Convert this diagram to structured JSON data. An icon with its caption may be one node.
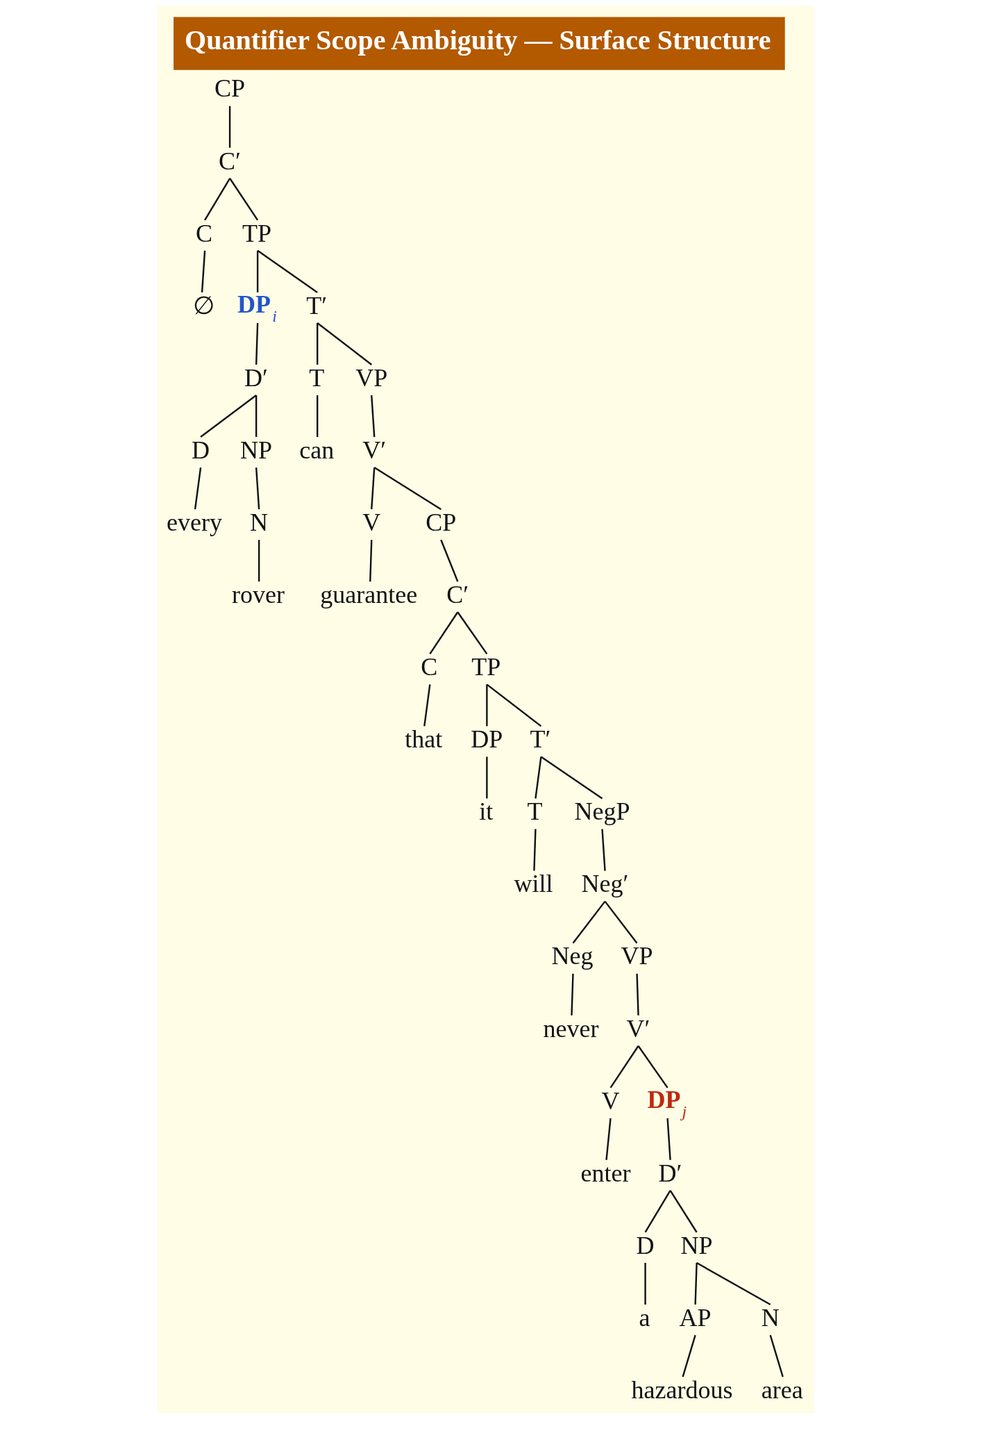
{
  "diagram": {
    "title": "Quantifier Scope Ambiguity — Surface Structure",
    "nodes": [
      {
        "text": [
          "CP"
        ]
      },
      {
        "text": [
          "C′"
        ]
      },
      {
        "text": [
          "C"
        ]
      },
      {
        "text": [
          "TP"
        ]
      },
      {
        "text": [
          "∅"
        ]
      },
      {
        "text": [
          "DP$_{i}$"
        ]
      },
      {
        "text": [
          "T′"
        ]
      },
      {
        "text": [
          "D′"
        ]
      },
      {
        "text": [
          "T"
        ]
      },
      {
        "text": [
          "VP"
        ]
      },
      {
        "text": [
          "D"
        ]
      },
      {
        "text": [
          "NP"
        ]
      },
      {
        "text": [
          "can"
        ]
      },
      {
        "text": [
          "V′"
        ]
      },
      {
        "text": [
          "every"
        ]
      },
      {
        "text": [
          "N"
        ]
      },
      {
        "text": [
          "V"
        ]
      },
      {
        "text": [
          "CP"
        ]
      },
      {
        "text": [
          "rover"
        ]
      },
      {
        "text": [
          "guarantee"
        ]
      },
      {
        "text": [
          "C′"
        ]
      },
      {
        "text": [
          "C"
        ]
      },
      {
        "text": [
          "TP"
        ]
      },
      {
        "text": [
          "that"
        ]
      },
      {
        "text": [
          "DP"
        ]
      },
      {
        "text": [
          "T′"
        ]
      },
      {
        "text": [
          "it"
        ]
      },
      {
        "text": [
          "T"
        ]
      },
      {
        "text": [
          "NegP"
        ]
      },
      {
        "text": [
          "will"
        ]
      },
      {
        "text": [
          "Neg′"
        ]
      },
      {
        "text": [
          "Neg"
        ]
      },
      {
        "text": [
          "VP"
        ]
      },
      {
        "text": [
          "never"
        ]
      },
      {
        "text": [
          "V′"
        ]
      },
      {
        "text": [
          "V"
        ]
      },
      {
        "text": [
          "DP$_{j}$"
        ]
      },
      {
        "text": [
          "enter"
        ]
      },
      {
        "text": [
          "D′"
        ]
      },
      {
        "text": [
          "D"
        ]
      },
      {
        "text": [
          "NP"
        ]
      },
      {
        "text": [
          "a"
        ]
      },
      {
        "text": [
          "AP"
        ]
      },
      {
        "text": [
          "N"
        ]
      },
      {
        "text": [
          "hazardous"
        ]
      },
      {
        "text": [
          "area"
        ]
      }
    ],
    "edges": [
      {
        "from": 0,
        "to": 1,
        "arrow": "none"
      },
      {
        "from": 1,
        "to": 2,
        "arrow": "none"
      },
      {
        "from": 1,
        "to": 3,
        "arrow": "none"
      },
      {
        "from": 2,
        "to": 4,
        "arrow": "none"
      },
      {
        "from": 3,
        "to": 5,
        "arrow": "none"
      },
      {
        "from": 3,
        "to": 6,
        "arrow": "none"
      },
      {
        "from": 5,
        "to": 7,
        "arrow": "none"
      },
      {
        "from": 6,
        "to": 8,
        "arrow": "none"
      },
      {
        "from": 6,
        "to": 9,
        "arrow": "none"
      },
      {
        "from": 7,
        "to": 10,
        "arrow": "none"
      },
      {
        "from": 7,
        "to": 11,
        "arrow": "none"
      },
      {
        "from": 8,
        "to": 12,
        "arrow": "none"
      },
      {
        "from": 9,
        "to": 13,
        "arrow": "none"
      },
      {
        "from": 10,
        "to": 14,
        "arrow": "none"
      },
      {
        "from": 11,
        "to": 15,
        "arrow": "none"
      },
      {
        "from": 13,
        "to": 16,
        "arrow": "none"
      },
      {
        "from": 13,
        "to": 17,
        "arrow": "none"
      },
      {
        "from": 15,
        "to": 18,
        "arrow": "none"
      },
      {
        "from": 16,
        "to": 19,
        "arrow": "none"
      },
      {
        "from": 17,
        "to": 20,
        "arrow": "none"
      },
      {
        "from": 20,
        "to": 21,
        "arrow": "none"
      },
      {
        "from": 20,
        "to": 22,
        "arrow": "none"
      },
      {
        "from": 21,
        "to": 23,
        "arrow": "none"
      },
      {
        "from": 22,
        "to": 24,
        "arrow": "none"
      },
      {
        "from": 22,
        "to": 25,
        "arrow": "none"
      },
      {
        "from": 24,
        "to": 26,
        "arrow": "none"
      },
      {
        "from": 25,
        "to": 27,
        "arrow": "none"
      },
      {
        "from": 25,
        "to": 28,
        "arrow": "none"
      },
      {
        "from": 27,
        "to": 29,
        "arrow": "none"
      },
      {
        "from": 28,
        "to": 30,
        "arrow": "none"
      },
      {
        "from": 30,
        "to": 31,
        "arrow": "none"
      },
      {
        "from": 30,
        "to": 32,
        "arrow": "none"
      },
      {
        "from": 31,
        "to": 33,
        "arrow": "none"
      },
      {
        "from": 32,
        "to": 34,
        "arrow": "none"
      },
      {
        "from": 34,
        "to": 35,
        "arrow": "none"
      },
      {
        "from": 34,
        "to": 36,
        "arrow": "none"
      },
      {
        "from": 35,
        "to": 37,
        "arrow": "none"
      },
      {
        "from": 36,
        "to": 38,
        "arrow": "none"
      },
      {
        "from": 38,
        "to": 39,
        "arrow": "none"
      },
      {
        "from": 38,
        "to": 40,
        "arrow": "none"
      },
      {
        "from": 39,
        "to": 41,
        "arrow": "none"
      },
      {
        "from": 40,
        "to": 42,
        "arrow": "none"
      },
      {
        "from": 40,
        "to": 43,
        "arrow": "none"
      },
      {
        "from": 42,
        "to": 44,
        "arrow": "none"
      },
      {
        "from": 43,
        "to": 45,
        "arrow": "none"
      }
    ]
  }
}
